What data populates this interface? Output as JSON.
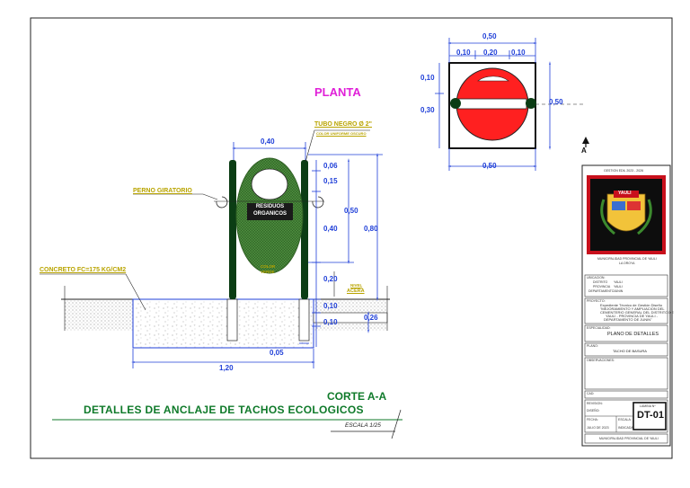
{
  "drawing": {
    "planta_title": "PLANTA",
    "section_arrow_label": "A",
    "plan_dims": {
      "top_total": "0,50",
      "top_segments": [
        "0,10",
        "0,20",
        "0,10"
      ],
      "left_segments": [
        "0,10",
        "0,30"
      ],
      "right_total": "0,50",
      "bottom_total": "0,50"
    },
    "elevation_dims": {
      "top_width": "0,40",
      "right_stack": [
        "0,06",
        "0,15",
        "0,40",
        "0,20",
        "0,10",
        "0,10"
      ],
      "right_big_a": "0,50",
      "right_big_b": "0,80",
      "right_side": "0,26",
      "bottom_small": "0,05",
      "bottom_total": "1,20"
    },
    "labels": {
      "tubo_negro": "TUBO NEGRO Ø 2\"",
      "tubo_sub": "COLOR UNIFORME OSCURO",
      "perno": "PERNO GIRATORIO",
      "concreto": "CONCRETO FC=175 KG/CM2",
      "residuos_1": "RESIDUOS",
      "residuos_2": "ORGANICOS",
      "color_1": "COLOR",
      "color_2": "VERDE",
      "nivel_1": "NIVEL",
      "nivel_2": "ACERA"
    },
    "corte_title": "CORTE A-A",
    "main_title": "DETALLES DE ANCLAJE DE TACHOS ECOLOGICOS",
    "scale": "ESCALA 1/25"
  },
  "title_block": {
    "top_line": "GESTION EDIL 2023 - 2026",
    "emblem_text": "YAULI",
    "under_logo_1": "MUNICIPALIDAD PROVINCIAL DE YAULI",
    "under_logo_2": "LA OROYA",
    "location_header": "UBICACION:",
    "location_rows": [
      {
        "k": "DISTRITO",
        "v": "YAULI"
      },
      {
        "k": "PROVINCIA",
        "v": "YAULI"
      },
      {
        "k": "DEPARTAMENTO",
        "v": "JUNIN"
      }
    ],
    "project_header": "PROYECTO:",
    "project_text": [
      "Expediente Técnico de Gestión Diseño",
      "\"MEJORAMIENTO Y AMPLIACION DEL",
      "CEMENTERIO GENERAL DEL DISTRITO DE",
      "YAULI - PROVINCIA DE YAULI -",
      "DEPARTAMENTO DE JUNIN\""
    ],
    "especialidad_header": "ESPECIALIDAD:",
    "plano_title": "PLANO DE DETALLES",
    "plano_header": "PLANO:",
    "plano_name": "TACHO DE BASURA",
    "obs_header": "OBSERVACIONES:",
    "cad_header": "CAD:",
    "revision_label": "REVISION:",
    "diseno_label": "DISEÑO:",
    "lamina_label": "LAMINA Nº",
    "sheet_code": "DT-01",
    "fecha_label": "FECHA:",
    "fecha_value": "JULIO DE 2023",
    "escala_label": "ESCALA:",
    "escala_value": "INDICADA",
    "footer": "MUNICIPALIDAD PROVINCIAL DE YAULI"
  },
  "colors": {
    "dimension": "#1f3fd8",
    "label_yellow": "#b9a400",
    "planta_magenta": "#e020d8",
    "green_title": "#0f7a2a",
    "bin_green": "#4a8a3c",
    "post": "#0b3d14",
    "plan_red": "#ff2020",
    "logo_frame": "#c8101c"
  }
}
